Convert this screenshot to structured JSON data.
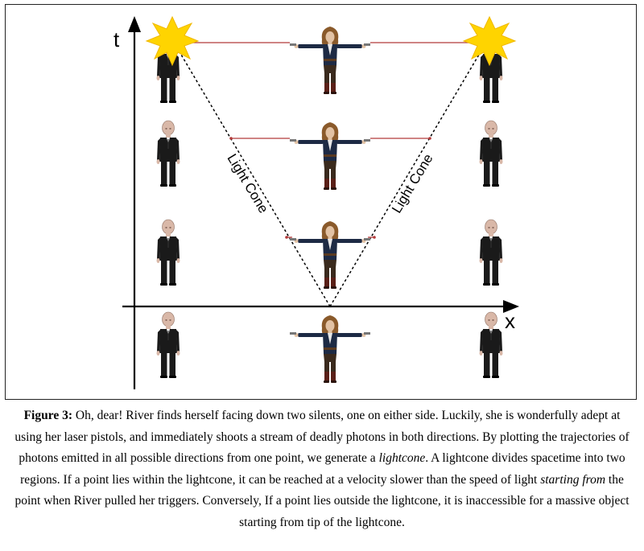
{
  "figure": {
    "axis_t_label": "t",
    "axis_x_label": "x",
    "left_cone_label": "Light Cone",
    "right_cone_label": "Light Cone"
  },
  "caption": {
    "label": "Figure 3:",
    "part1": " Oh, dear! River finds herself facing down two silents, one on either side. Luckily, she is wonderfully adept at using her laser pistols, and immediately shoots a stream of deadly photons in both directions. By plotting the trajectories of photons emitted in all possible directions from one point, we generate a ",
    "term_lightcone": "lightcone",
    "part2": ". A lightcone divides spacetime into two regions. If a point lies within the lightcone, it can be reached at a velocity slower than the speed of light ",
    "term_starting_from": "starting from",
    "part3": " the point when River pulled her triggers. Conversely, If a point lies outside the lightcone, it is inaccessible for a massive object starting from tip of the lightcone."
  },
  "colors": {
    "beam": "#b23a3a",
    "explosion": "#ffd400",
    "silent_skin": "#d9b8a8",
    "suit": "#1a1a1a",
    "river_hair": "#8a5a2b",
    "river_coat": "#1d2a44"
  }
}
